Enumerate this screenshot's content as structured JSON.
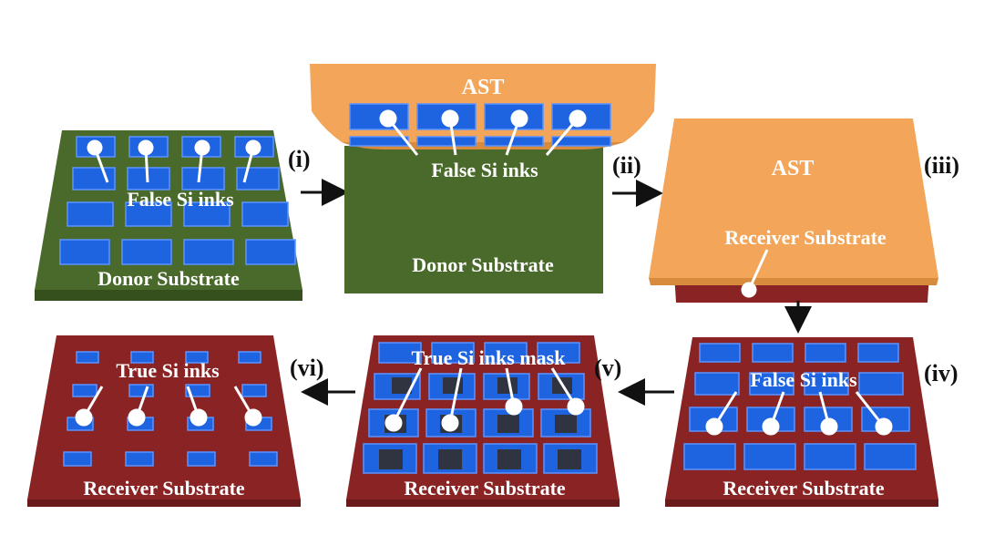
{
  "panels": {
    "i": {
      "step": "(i)",
      "substrate": "Donor Substrate",
      "inks": "False Si inks"
    },
    "ii": {
      "step": "(ii)",
      "stamp": "AST",
      "substrate": "Donor Substrate",
      "inks": "False Si inks"
    },
    "iii": {
      "step": "(iii)",
      "stamp": "AST",
      "substrate": "Receiver Substrate"
    },
    "iv": {
      "step": "(iv)",
      "substrate": "Receiver Substrate",
      "inks": "False Si inks"
    },
    "v": {
      "step": "(v)",
      "substrate": "Receiver Substrate",
      "inks": "True Si inks mask"
    },
    "vi": {
      "step": "(vi)",
      "substrate": "Receiver Substrate",
      "inks": "True Si inks"
    }
  },
  "colors": {
    "donor": "#4a6a2c",
    "receiver": "#8a2424",
    "stamp": "#f3a65a",
    "ink": "#1e63e0",
    "mask": "#2f3440"
  }
}
